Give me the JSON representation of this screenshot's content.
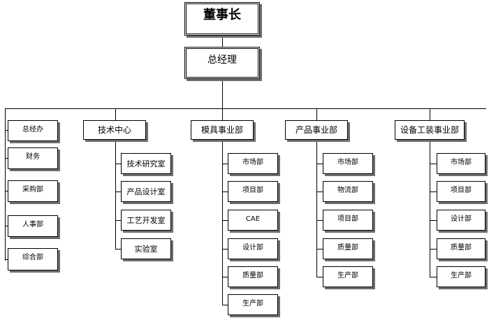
{
  "org": {
    "chairman": "董事长",
    "general_manager": "总经理",
    "admin_units": [
      "总经办",
      "财务",
      "采购部",
      "人事部",
      "综合部"
    ],
    "divisions": [
      {
        "name": "技术中心",
        "units": [
          "技术研究室",
          "产品设计室",
          "工艺开发室",
          "实验室"
        ]
      },
      {
        "name": "模具事业部",
        "units": [
          "市场部",
          "项目部",
          "CAE",
          "设计部",
          "质量部",
          "生产部"
        ]
      },
      {
        "name": "产品事业部",
        "units": [
          "市场部",
          "物流部",
          "项目部",
          "质量部",
          "生产部"
        ]
      },
      {
        "name": "设备工装事业部",
        "units": [
          "市场部",
          "项目部",
          "设计部",
          "质量部",
          "生产部"
        ]
      }
    ]
  }
}
